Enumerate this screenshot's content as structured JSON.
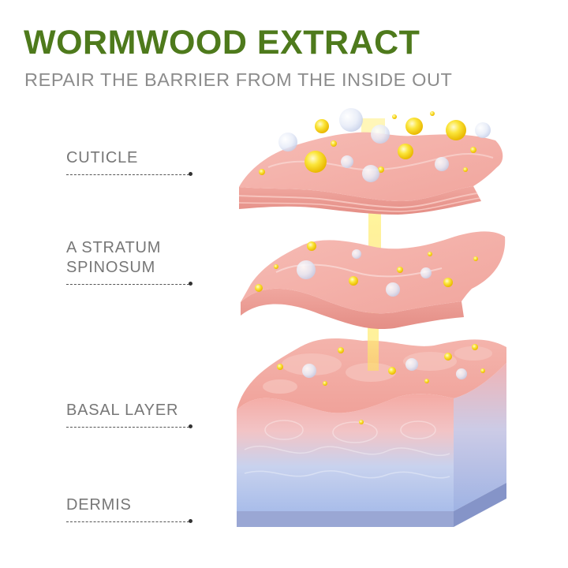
{
  "header": {
    "title": "WORMWOOD EXTRACT",
    "subtitle": "REPAIR THE BARRIER FROM THE INSIDE OUT"
  },
  "layers": [
    {
      "label_lines": [
        "CUTICLE"
      ]
    },
    {
      "label_lines": [
        "A STRATUM",
        "SPINOSUM"
      ]
    },
    {
      "label_lines": [
        "BASAL LAYER"
      ]
    },
    {
      "label_lines": [
        "DERMIS"
      ]
    }
  ],
  "colors": {
    "title": "#4e7a1c",
    "subtitle": "#8c8c8c",
    "label": "#777777",
    "skin_pink": "#f1a8a0",
    "dermis_blue": "#aac0ec",
    "droplet_gold": "#f5d000"
  }
}
